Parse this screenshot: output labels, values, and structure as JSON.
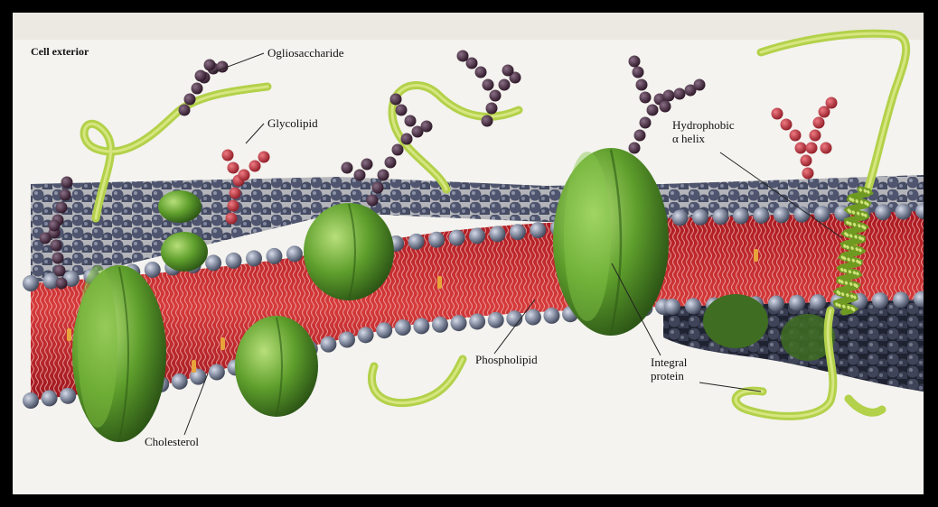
{
  "figure": {
    "labels": {
      "cell_exterior": "Cell exterior",
      "oligosaccharide": "Ogliosaccharide",
      "glycolipid": "Glycolipid",
      "hydrophobic_helix": "Hydrophobic\nα helix",
      "phospholipid": "Phospholipid",
      "integral_protein": "Integral\nprotein",
      "cholesterol": "Cholesterol"
    },
    "colors": {
      "lipid_head": "#7f879c",
      "lipid_tail": "#c8242c",
      "protein": "#5e9e2c",
      "protein_strand": "#b3d14a",
      "sugar": "#3a2233",
      "glycolipid_sugar": "#b52a38",
      "background": "#f4f3ef"
    }
  }
}
